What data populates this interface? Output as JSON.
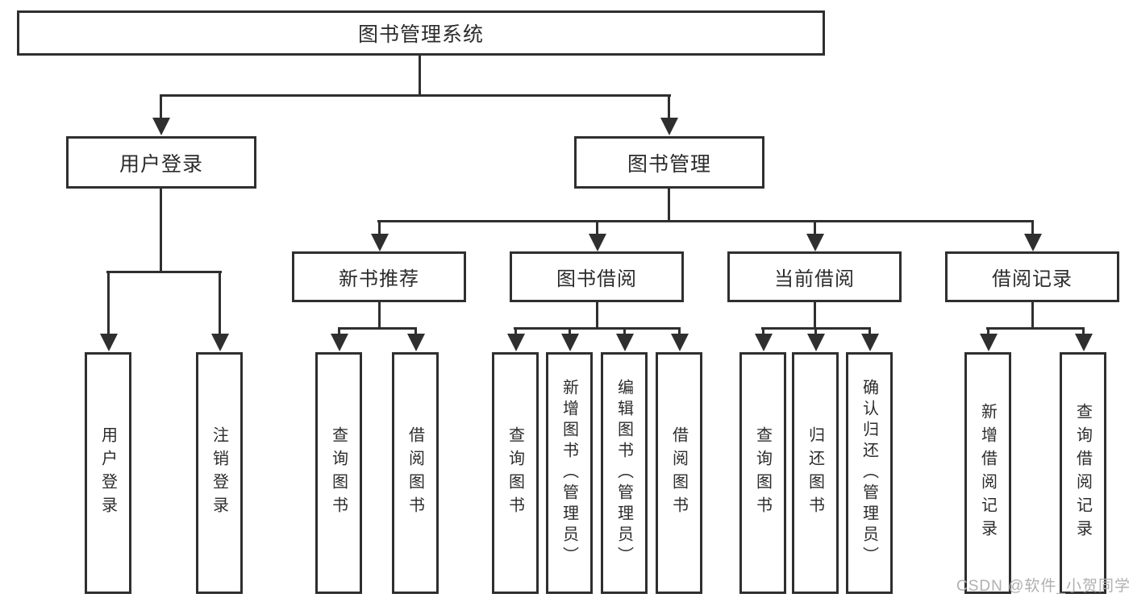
{
  "nodes": {
    "root": {
      "label": "图书管理系统"
    },
    "user_login": {
      "label": "用户登录"
    },
    "book_mgmt": {
      "label": "图书管理"
    },
    "new_book_rec": {
      "label": "新书推荐"
    },
    "book_borrow": {
      "label": "图书借阅"
    },
    "current_borrow": {
      "label": "当前借阅"
    },
    "borrow_records": {
      "label": "借阅记录"
    },
    "leaf_user_login": {
      "label": "用户登录"
    },
    "leaf_logout": {
      "label": "注销登录"
    },
    "leaf_rec_query": {
      "label": "查询图书"
    },
    "leaf_rec_borrow": {
      "label": "借阅图书"
    },
    "leaf_bb_query": {
      "label": "查询图书"
    },
    "leaf_bb_add": {
      "label": "新增图书（管理员）"
    },
    "leaf_bb_edit": {
      "label": "编辑图书（管理员）"
    },
    "leaf_bb_borrow": {
      "label": "借阅图书"
    },
    "leaf_cb_query": {
      "label": "查询图书"
    },
    "leaf_cb_return": {
      "label": "归还图书"
    },
    "leaf_cb_confirm": {
      "label": "确认归还（管理员）"
    },
    "leaf_br_add": {
      "label": "新增借阅记录"
    },
    "leaf_br_query": {
      "label": "查询借阅记录"
    }
  },
  "hierarchy": {
    "图书管理系统": {
      "用户登录": [
        "用户登录",
        "注销登录"
      ],
      "图书管理": {
        "新书推荐": [
          "查询图书",
          "借阅图书"
        ],
        "图书借阅": [
          "查询图书",
          "新增图书（管理员）",
          "编辑图书（管理员）",
          "借阅图书"
        ],
        "当前借阅": [
          "查询图书",
          "归还图书",
          "确认归还（管理员）"
        ],
        "借阅记录": [
          "新增借阅记录",
          "查询借阅记录"
        ]
      }
    }
  },
  "watermark": {
    "text": "CSDN @软件_小贺同学"
  },
  "colors": {
    "line": "#2f2f2f",
    "text": "#2c2c2c",
    "background": "#ffffff",
    "watermark": "#b0b0b0"
  }
}
